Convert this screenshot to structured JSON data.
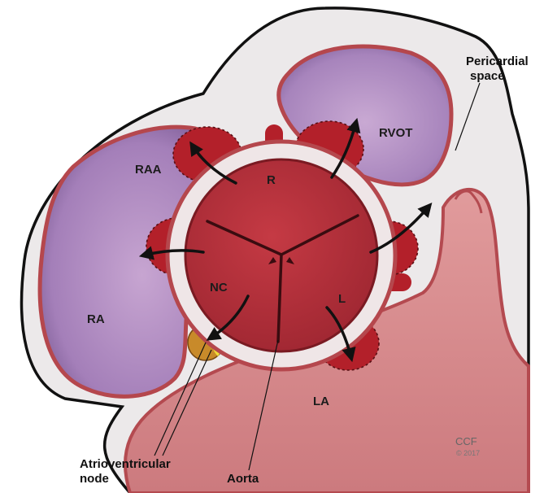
{
  "labels": {
    "pericardial_line1": "Pericardial",
    "pericardial_line2": "space",
    "rvot": "RVOT",
    "raa": "RAA",
    "r": "R",
    "nc": "NC",
    "l": "L",
    "ra": "RA",
    "la": "LA",
    "atrioventricular_line1": "Atrioventricular",
    "atrioventricular_line2": "node",
    "aorta": "Aorta",
    "ccf": "CCF",
    "copyright": "© 2017"
  },
  "colors": {
    "pericardium_fill": "#ece9ea",
    "pericardium_outline": "#111111",
    "chamber_purple_light": "#c4a2cf",
    "chamber_purple_dark": "#7b5a94",
    "wall_red": "#b5474d",
    "la_pink": "#d98b8d",
    "aortic_root": "#b42c36",
    "sinus_lobe": "#b3202a",
    "av_node": "#c88a2a",
    "arrow": "#111111"
  }
}
